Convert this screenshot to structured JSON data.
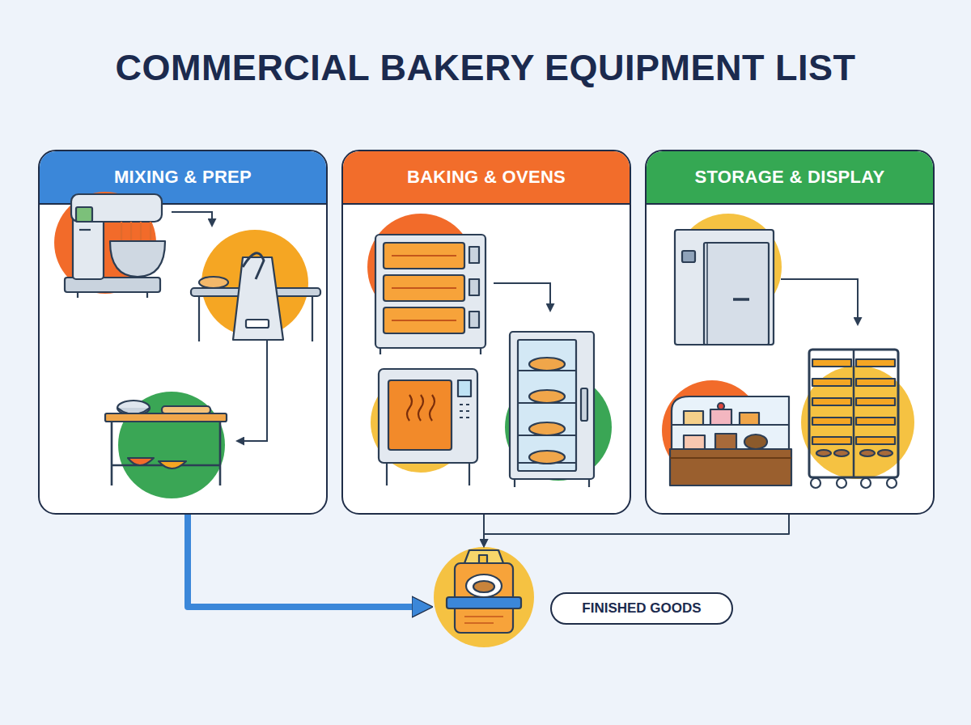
{
  "diagram": {
    "title": "COMMERCIAL BAKERY EQUIPMENT LIST",
    "nodes": [
      {
        "text": [
          "MIXING & PREP"
        ]
      },
      {
        "text": [
          "BAKING & OVENS"
        ]
      },
      {
        "text": [
          "STORAGE & DISPLAY"
        ]
      },
      {
        "text": [
          "FINISHED GOODS"
        ]
      }
    ],
    "edges": [
      {
        "from": 0,
        "to": 3,
        "arrow": "to"
      },
      {
        "from": 1,
        "to": 3,
        "arrow": "to"
      },
      {
        "from": 2,
        "to": 3,
        "arrow": "to"
      }
    ]
  }
}
